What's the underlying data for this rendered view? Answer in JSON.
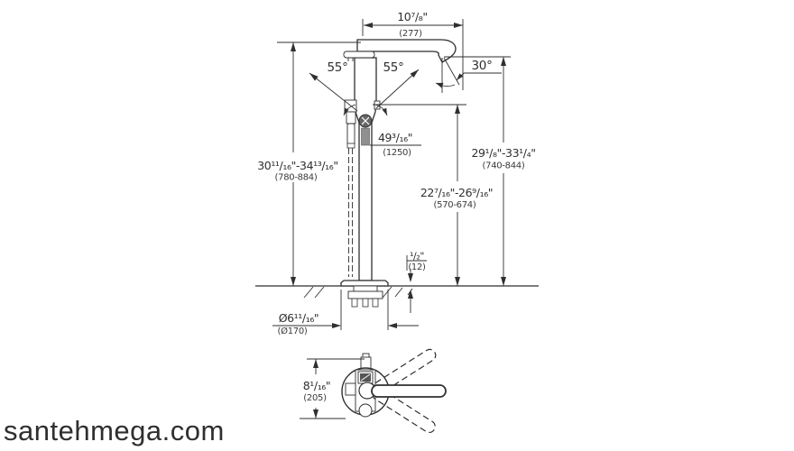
{
  "page": {
    "background": "#ffffff"
  },
  "watermark": {
    "text": "santehmega.com",
    "color": "#c9c9c9"
  },
  "drawing": {
    "type": "technical-dimension-drawing",
    "subject": "floor-standing bathtub mixer with hand shower, front view and top view",
    "colors": {
      "line": "#2f2f2f",
      "part_fill": "#ffffff",
      "gray_part": "#8f8f8f",
      "dark_part": "#666666"
    },
    "dimensions": {
      "spout_reach": {
        "inch": "10⁷/₈\"",
        "mm": "(277)"
      },
      "swivel_left": {
        "angle": "55°"
      },
      "swivel_right": {
        "angle": "55°"
      },
      "spout_outlet_angle": {
        "angle": "30°"
      },
      "shower_hose_length": {
        "inch": "49³/₁₆\"",
        "mm": "(1250)"
      },
      "overall_height": {
        "inch": "30¹¹/₁₆\"-34¹³/₁₆\"",
        "mm": "(780-884)"
      },
      "outlet_height": {
        "inch": "29¹/₈\"-33¹/₄\"",
        "mm": "(740-844)"
      },
      "body_top_height": {
        "inch": "22⁷/₁₆\"-26⁹/₁₆\"",
        "mm": "(570-674)"
      },
      "floor_thickness": {
        "inch": "¹/₂\"",
        "mm": "(12)"
      },
      "base_diameter": {
        "inch": "Ø6¹¹/₁₆\"",
        "mm": "(Ø170)"
      },
      "base_depth": {
        "inch": "8¹/₁₆\"",
        "mm": "(205)"
      }
    }
  }
}
